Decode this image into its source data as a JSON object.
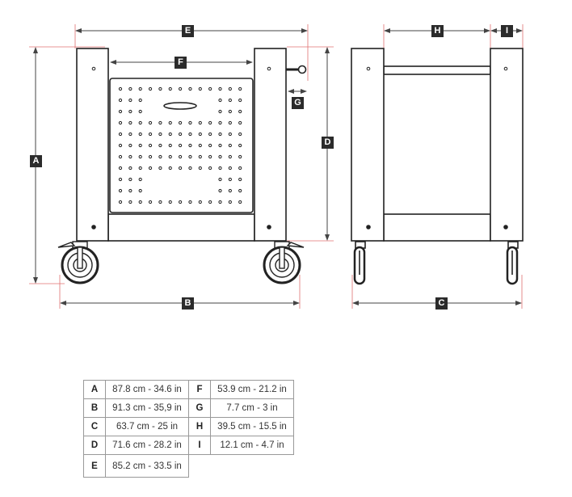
{
  "labels": {
    "A": "A",
    "B": "B",
    "C": "C",
    "D": "D",
    "E": "E",
    "F": "F",
    "G": "G",
    "H": "H",
    "I": "I"
  },
  "colors": {
    "frame": "#222222",
    "dimension": "#444444",
    "extension": "#d9534f",
    "label_bg": "#2b2b2b"
  },
  "table": [
    {
      "key": "A",
      "value": "87.8 cm - 34.6 in"
    },
    {
      "key": "B",
      "value": "91.3 cm - 35,9 in"
    },
    {
      "key": "C",
      "value": "63.7 cm - 25 in"
    },
    {
      "key": "D",
      "value": "71.6 cm - 28.2 in"
    },
    {
      "key": "E",
      "value": "85.2 cm - 33.5 in"
    },
    {
      "key": "F",
      "value": "53.9 cm - 21.2 in"
    },
    {
      "key": "G",
      "value": "7.7 cm - 3 in"
    },
    {
      "key": "H",
      "value": "39.5 cm - 15.5 in"
    },
    {
      "key": "I",
      "value": "12.1 cm - 4.7 in"
    }
  ]
}
